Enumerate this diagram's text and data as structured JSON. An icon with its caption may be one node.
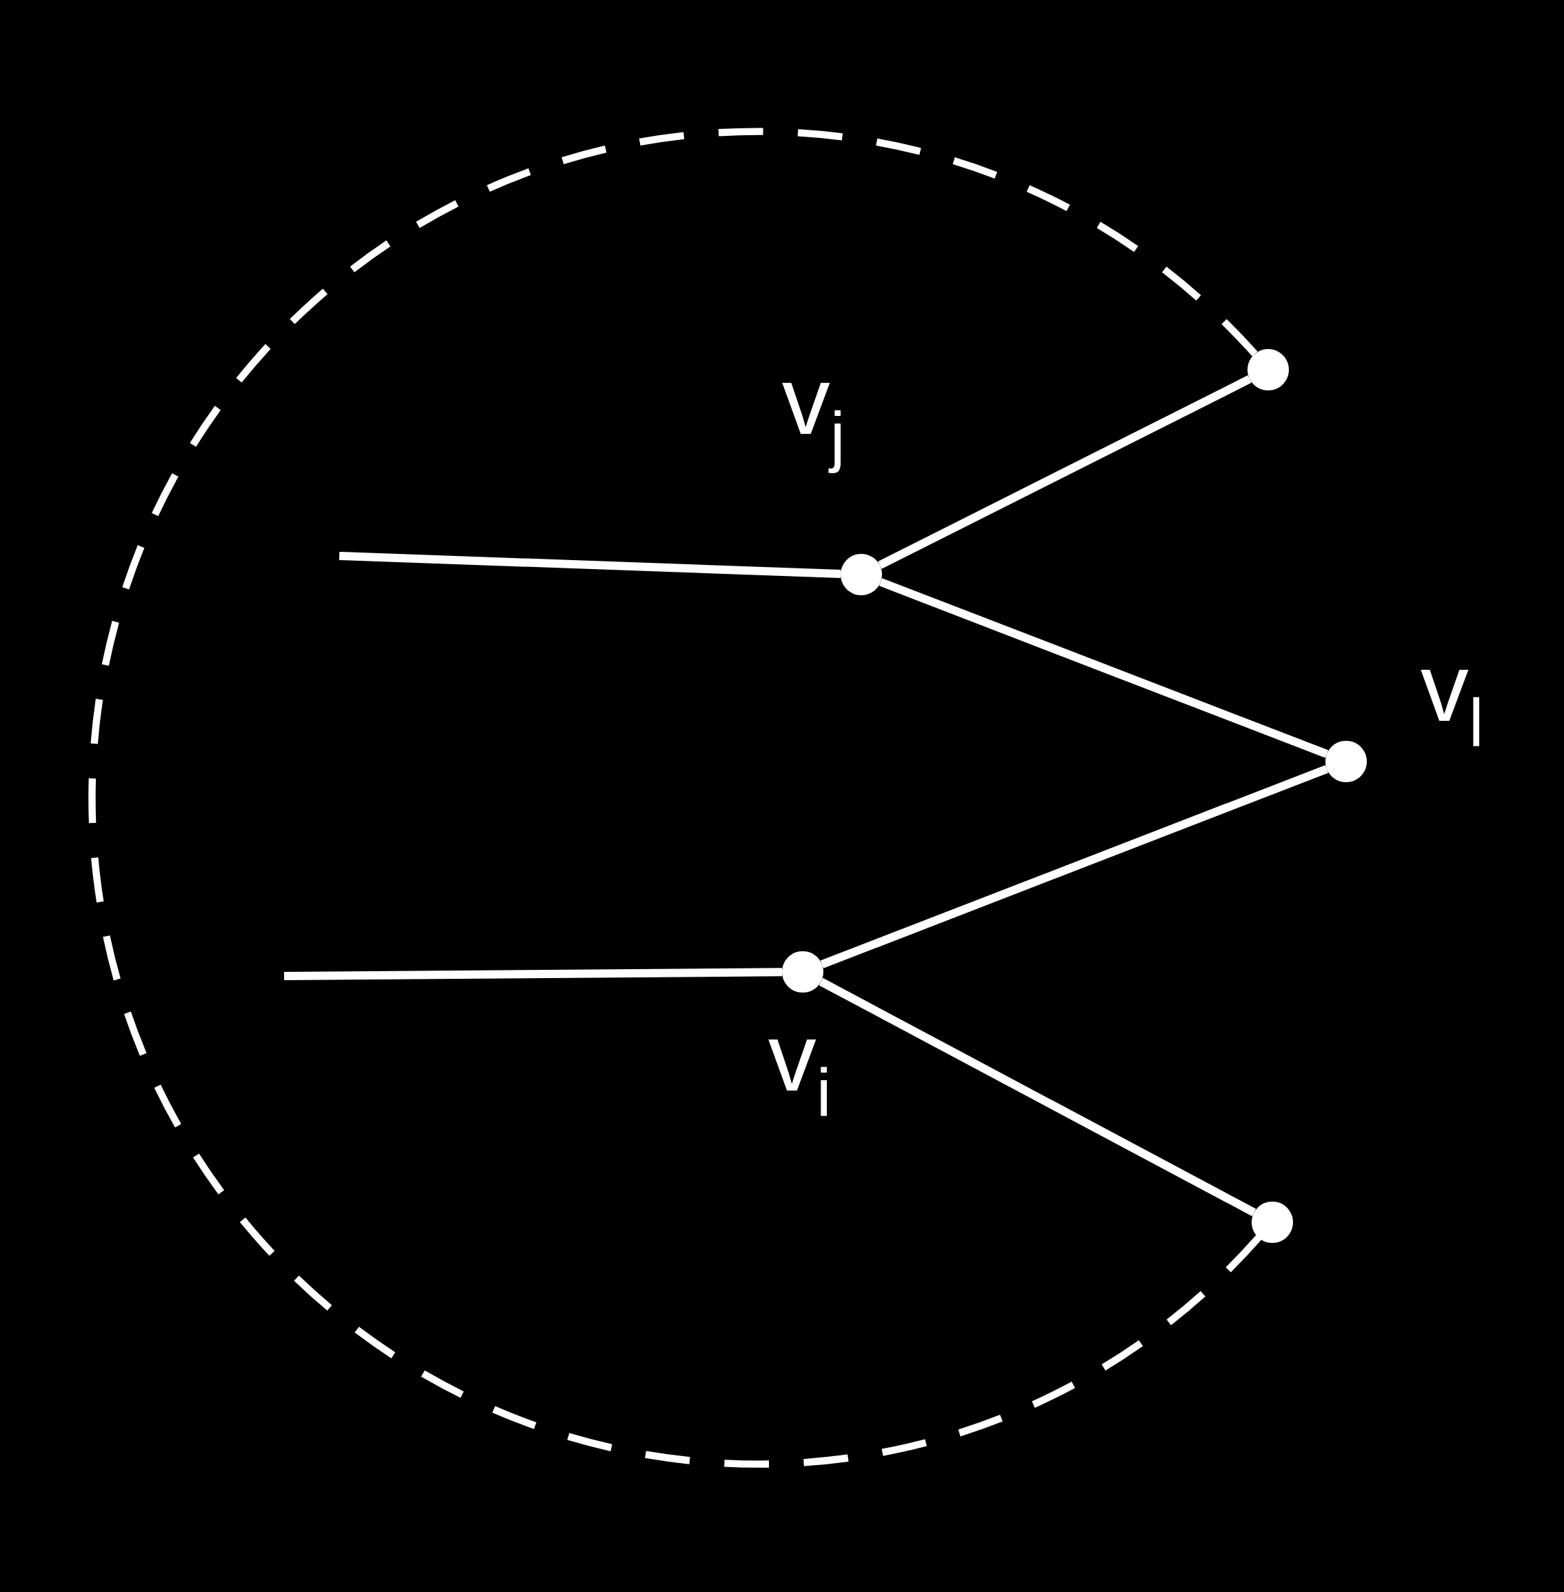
{
  "diagram": {
    "nodes": [
      {
        "text": [],
        "shape": "circle"
      },
      {
        "text": [],
        "shape": "circle",
        "beside": [
          "v$_{j}$"
        ]
      },
      {
        "text": [],
        "shape": "circle",
        "beside": [
          "v$_{l}$"
        ]
      },
      {
        "text": [],
        "shape": "circle",
        "beside": [
          "v$_{i}$"
        ]
      },
      {
        "text": [],
        "shape": "circle"
      }
    ],
    "edges": [
      {
        "from": 0,
        "to": 1,
        "arrow": "none"
      },
      {
        "from": 1,
        "to": 2,
        "arrow": "none"
      },
      {
        "from": 2,
        "to": 3,
        "arrow": "none"
      },
      {
        "from": 3,
        "to": 4,
        "arrow": "none"
      },
      {
        "from": 1,
        "to": null,
        "arrow": "none"
      },
      {
        "from": 3,
        "to": null,
        "arrow": "none"
      },
      {
        "from": 0,
        "to": 4,
        "arrow": "none",
        "style": "dashed"
      }
    ]
  }
}
